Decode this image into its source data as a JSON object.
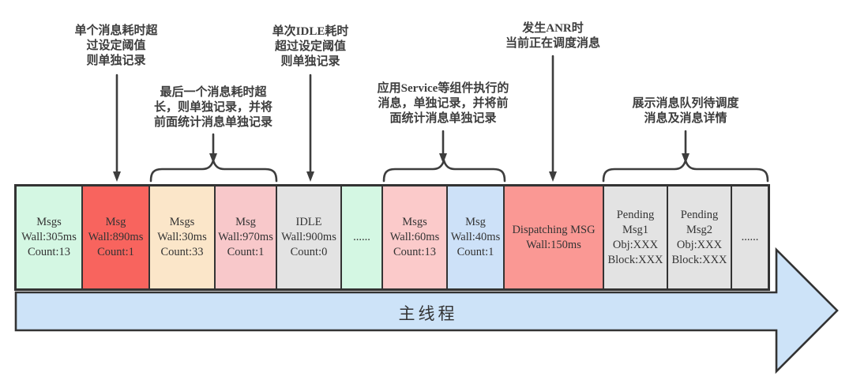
{
  "colors": {
    "border": "#333333",
    "annotation_text": "#3d3d3d",
    "mint": "#d4f7e3",
    "red": "#f8645e",
    "peach": "#fbe6c9",
    "pink": "#f8c8ca",
    "gray": "#e3e3e3",
    "light_pink": "#fbcaca",
    "blue": "#cde1f8",
    "salmon": "#fa9894",
    "thread_band": "#cde3f8"
  },
  "annotations": [
    {
      "id": "single-msg-over-threshold",
      "lines": [
        "单个消息耗时超",
        "过设定阈值",
        "则单独记录"
      ]
    },
    {
      "id": "last-msg-too-long",
      "lines": [
        "最后一个消息耗时超",
        "长，则单独记录，并将",
        "前面统计消息单独记录"
      ]
    },
    {
      "id": "idle-over-threshold",
      "lines": [
        "单次IDLE耗时",
        "超过设定阈值",
        "则单独记录"
      ]
    },
    {
      "id": "service-component-msg",
      "lines": [
        "应用Service等组件执行的",
        "消息，单独记录，并将前",
        "面统计消息单独记录"
      ]
    },
    {
      "id": "anr-dispatching",
      "lines": [
        "发生ANR时",
        "当前正在调度消息"
      ]
    },
    {
      "id": "pending-queue-detail",
      "lines": [
        "展示消息队列待调度",
        "消息及消息详情"
      ]
    }
  ],
  "blocks": [
    {
      "name": "msgs-batch-1",
      "color": "#d4f7e3",
      "lines": [
        "Msgs",
        "Wall:305ms",
        "Count:13"
      ]
    },
    {
      "name": "single-msg-890",
      "color": "#f8645e",
      "lines": [
        "Msg",
        "Wall:890ms",
        "Count:1"
      ]
    },
    {
      "name": "msgs-batch-2",
      "color": "#fbe6c9",
      "lines": [
        "Msgs",
        "Wall:30ms",
        "Count:33"
      ]
    },
    {
      "name": "single-msg-970",
      "color": "#f8c8ca",
      "lines": [
        "Msg",
        "Wall:970ms",
        "Count:1"
      ]
    },
    {
      "name": "idle-block",
      "color": "#e3e3e3",
      "lines": [
        "IDLE",
        "Wall:900ms",
        "Count:0"
      ]
    },
    {
      "name": "ellipsis-1",
      "color": "#d4f7e3",
      "lines": [
        "......"
      ]
    },
    {
      "name": "msgs-batch-3",
      "color": "#fbcaca",
      "lines": [
        "Msgs",
        "Wall:60ms",
        "Count:13"
      ]
    },
    {
      "name": "single-msg-40",
      "color": "#cde1f8",
      "lines": [
        "Msg",
        "Wall:40ms",
        "Count:1"
      ]
    },
    {
      "name": "dispatching-msg",
      "color": "#fa9894",
      "lines": [
        "Dispatching MSG",
        "Wall:150ms"
      ]
    },
    {
      "name": "pending-msg1",
      "color": "#e3e3e3",
      "lines": [
        "Pending",
        "Msg1",
        "Obj:XXX",
        "Block:XXX"
      ]
    },
    {
      "name": "pending-msg2",
      "color": "#e3e3e3",
      "lines": [
        "Pending",
        "Msg2",
        "Obj:XXX",
        "Block:XXX"
      ]
    },
    {
      "name": "ellipsis-2",
      "color": "#e3e3e3",
      "lines": [
        "......"
      ]
    }
  ],
  "main_thread": {
    "label": "主线程",
    "band_color": "#cde3f8"
  }
}
